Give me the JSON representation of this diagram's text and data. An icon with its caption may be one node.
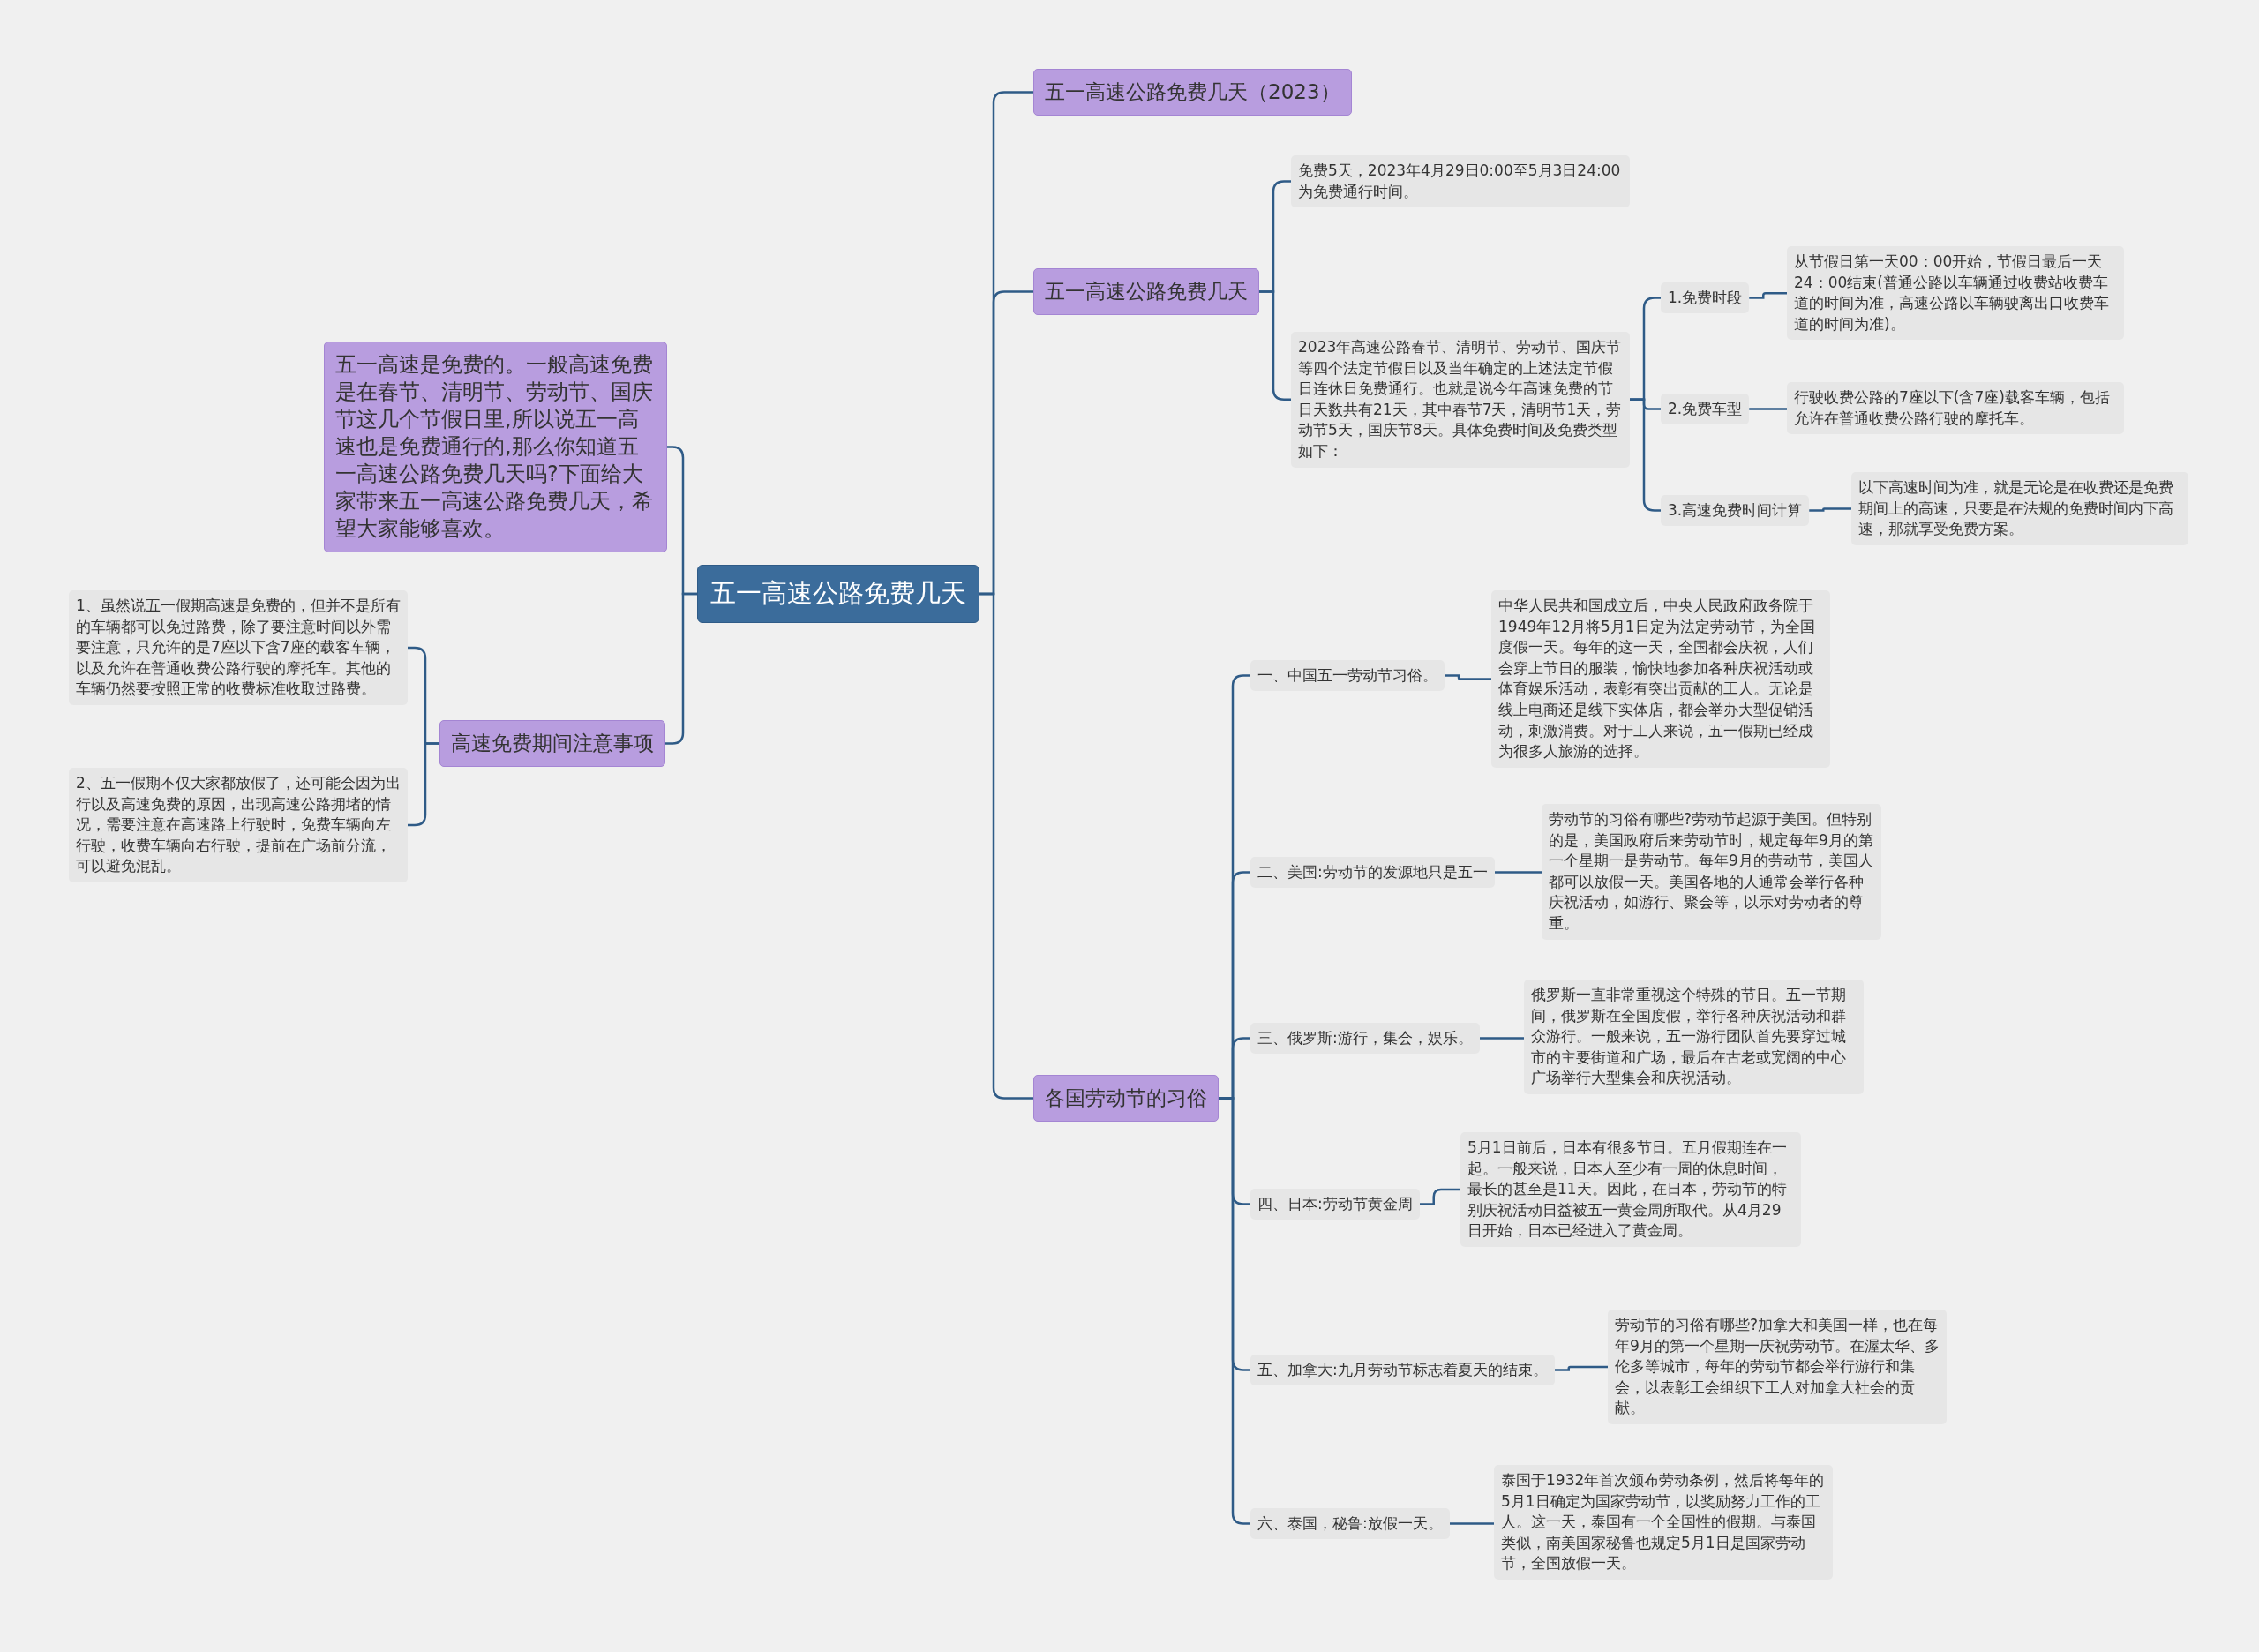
{
  "diagram": {
    "nodes": [
      {
        "text": [
          "五一高速公路免费几天"
        ]
      },
      {
        "text": [
          "五一高速是免费的。一般高速免费是在春节、清明节、劳动节、国庆节这几个节假日里,所以说五一高速也是免费通行的,那么你知道五一高速公路免费几天吗?下面给大家带来五一高速公路免费几天，希望大家能够喜欢。"
        ]
      },
      {
        "text": [
          "高速免费期间注意事项"
        ]
      },
      {
        "text": [
          "1、虽然说五一假期高速是免费的，但并不是所有的车辆都可以免过路费，除了要注意时间以外需要注意，只允许的是7座以下含7座的载客车辆，以及允许在普通收费公路行驶的摩托车。其他的车辆仍然要按照正常的收费标准收取过路费。"
        ]
      },
      {
        "text": [
          "2、五一假期不仅大家都放假了，还可能会因为出行以及高速免费的原因，出现高速公路拥堵的情况，需要注意在高速路上行驶时，免费车辆向左行驶，收费车辆向右行驶，提前在广场前分流，可以避免混乱。"
        ]
      },
      {
        "text": [
          "五一高速公路免费几天（2023）"
        ]
      },
      {
        "text": [
          "五一高速公路免费几天"
        ]
      },
      {
        "text": [
          "免费5天，2023年4月29日0:00至5月3日24:00为免费通行时间。"
        ]
      },
      {
        "text": [
          "2023年高速公路春节、清明节、劳动节、国庆节等四个法定节假日以及当年确定的上述法定节假日连休日免费通行。也就是说今年高速免费的节日天数共有21天，其中春节7天，清明节1天，劳动节5天，国庆节8天。具体免费时间及免费类型如下："
        ]
      },
      {
        "text": [
          "1.免费时段"
        ]
      },
      {
        "text": [
          "从节假日第一天00：00开始，节假日最后一天24：00结束(普通公路以车辆通过收费站收费车道的时间为准，高速公路以车辆驶离出口收费车道的时间为准)。"
        ]
      },
      {
        "text": [
          "2.免费车型"
        ]
      },
      {
        "text": [
          "行驶收费公路的7座以下(含7座)载客车辆，包括允许在普通收费公路行驶的摩托车。"
        ]
      },
      {
        "text": [
          "3.高速免费时间计算"
        ]
      },
      {
        "text": [
          "以下高速时间为准，就是无论是在收费还是免费期间上的高速，只要是在法规的免费时间内下高速，那就享受免费方案。"
        ]
      },
      {
        "text": [
          "各国劳动节的习俗"
        ]
      },
      {
        "text": [
          "一、中国五一劳动节习俗。"
        ]
      },
      {
        "text": [
          "中华人民共和国成立后，中央人民政府政务院于1949年12月将5月1日定为法定劳动节，为全国度假一天。每年的这一天，全国都会庆祝，人们会穿上节日的服装，愉快地参加各种庆祝活动或体育娱乐活动，表彰有突出贡献的工人。无论是线上电商还是线下实体店，都会举办大型促销活动，刺激消费。对于工人来说，五一假期已经成为很多人旅游的选择。"
        ]
      },
      {
        "text": [
          "二、美国:劳动节的发源地只是五一"
        ]
      },
      {
        "text": [
          "劳动节的习俗有哪些?劳动节起源于美国。但特别的是，美国政府后来劳动节时，规定每年9月的第一个星期一是劳动节。每年9月的劳动节，美国人都可以放假一天。美国各地的人通常会举行各种庆祝活动，如游行、聚会等，以示对劳动者的尊重。"
        ]
      },
      {
        "text": [
          "三、俄罗斯:游行，集会，娱乐。"
        ]
      },
      {
        "text": [
          "俄罗斯一直非常重视这个特殊的节日。五一节期间，俄罗斯在全国度假，举行各种庆祝活动和群众游行。一般来说，五一游行团队首先要穿过城市的主要街道和广场，最后在古老或宽阔的中心广场举行大型集会和庆祝活动。"
        ]
      },
      {
        "text": [
          "四、日本:劳动节黄金周"
        ]
      },
      {
        "text": [
          "5月1日前后，日本有很多节日。五月假期连在一起。一般来说，日本人至少有一周的休息时间，最长的甚至是11天。因此，在日本，劳动节的特别庆祝活动日益被五一黄金周所取代。从4月29日开始，日本已经进入了黄金周。"
        ]
      },
      {
        "text": [
          "五、加拿大:九月劳动节标志着夏天的结束。"
        ]
      },
      {
        "text": [
          "劳动节的习俗有哪些?加拿大和美国一样，也在每年9月的第一个星期一庆祝劳动节。在渥太华、多伦多等城市，每年的劳动节都会举行游行和集会，以表彰工会组织下工人对加拿大社会的贡献。"
        ]
      },
      {
        "text": [
          "六、泰国，秘鲁:放假一天。"
        ]
      },
      {
        "text": [
          "泰国于1932年首次颁布劳动条例，然后将每年的5月1日确定为国家劳动节，以奖励努力工作的工人。这一天，泰国有一个全国性的假期。与泰国类似，南美国家秘鲁也规定5月1日是国家劳动节，全国放假一天。"
        ]
      }
    ],
    "edges": [
      {
        "from": 0,
        "to": 1,
        "arrow": "none"
      },
      {
        "from": 0,
        "to": 2,
        "arrow": "none"
      },
      {
        "from": 2,
        "to": 3,
        "arrow": "none"
      },
      {
        "from": 2,
        "to": 4,
        "arrow": "none"
      },
      {
        "from": 0,
        "to": 5,
        "arrow": "none"
      },
      {
        "from": 0,
        "to": 6,
        "arrow": "none"
      },
      {
        "from": 6,
        "to": 7,
        "arrow": "none"
      },
      {
        "from": 6,
        "to": 8,
        "arrow": "none"
      },
      {
        "from": 8,
        "to": 9,
        "arrow": "none"
      },
      {
        "from": 9,
        "to": 10,
        "arrow": "none"
      },
      {
        "from": 8,
        "to": 11,
        "arrow": "none"
      },
      {
        "from": 11,
        "to": 12,
        "arrow": "none"
      },
      {
        "from": 8,
        "to": 13,
        "arrow": "none"
      },
      {
        "from": 13,
        "to": 14,
        "arrow": "none"
      },
      {
        "from": 0,
        "to": 15,
        "arrow": "none"
      },
      {
        "from": 15,
        "to": 16,
        "arrow": "none"
      },
      {
        "from": 16,
        "to": 17,
        "arrow": "none"
      },
      {
        "from": 15,
        "to": 18,
        "arrow": "none"
      },
      {
        "from": 18,
        "to": 19,
        "arrow": "none"
      },
      {
        "from": 15,
        "to": 20,
        "arrow": "none"
      },
      {
        "from": 20,
        "to": 21,
        "arrow": "none"
      },
      {
        "from": 15,
        "to": 22,
        "arrow": "none"
      },
      {
        "from": 22,
        "to": 23,
        "arrow": "none"
      },
      {
        "from": 15,
        "to": 24,
        "arrow": "none"
      },
      {
        "from": 24,
        "to": 25,
        "arrow": "none"
      },
      {
        "from": 15,
        "to": 26,
        "arrow": "none"
      },
      {
        "from": 26,
        "to": 27,
        "arrow": "none"
      }
    ]
  }
}
